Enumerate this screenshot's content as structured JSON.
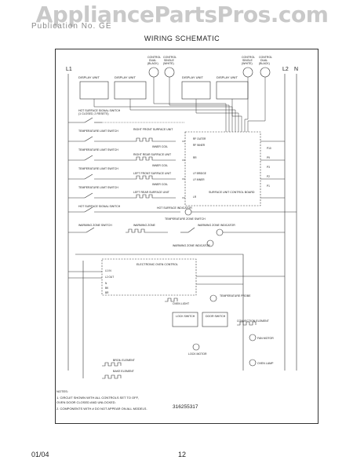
{
  "watermark": "AppliancePartsPros.com",
  "header": {
    "model": "Publication No. GE",
    "title": "WIRING SCHEMATIC"
  },
  "lines": {
    "l1": "L1",
    "l2": "L2",
    "n": "N"
  },
  "top_units": {
    "display_left": "DISPLAY UNIT",
    "display_mid_left": "DISPLAY UNIT",
    "display_mid_right": "DISPLAY UNIT",
    "display_right": "DISPLAY UNIT",
    "control_1": [
      "CONTROL",
      "DUAL",
      "(BLACK)"
    ],
    "control_2": [
      "CONTROL",
      "SINGLE",
      "(WHITE)"
    ],
    "control_3": [
      "CONTROL",
      "SINGLE",
      "(WHITE)"
    ],
    "control_4": [
      "CONTROL",
      "DUAL",
      "(BLACK)"
    ]
  },
  "switches": [
    {
      "label": "HOT SURFACE SIGNAL SWITCH",
      "sub": "(1 CLOSED, 2 RESETS)"
    },
    {
      "label": "TEMPERATURE LIMIT SWITCH",
      "sub": ""
    },
    {
      "label": "TEMPERATURE LIMIT SWITCH",
      "sub": ""
    },
    {
      "label": "TEMPERATURE LIMIT SWITCH",
      "sub": ""
    },
    {
      "label": "TEMPERATURE LIMIT SWITCH",
      "sub": ""
    },
    {
      "label": "HOT SURFACE SIGNAL SWITCH",
      "sub": ""
    }
  ],
  "elements": [
    {
      "label": "RIGHT FRONT SURFACE UNIT",
      "sub": "INNER COIL"
    },
    {
      "label": "RIGHT REAR SURFACE UNIT",
      "sub": "INNER COIL"
    },
    {
      "label": "LEFT FRONT SURFACE UNIT",
      "sub": "INNER COIL"
    },
    {
      "label": "LEFT REAR SURFACE UNIT",
      "sub": ""
    }
  ],
  "board": {
    "title": "SURFACE UNIT CONTROL BOARD",
    "left_pins": [
      "RF OUTER",
      "RF INNER",
      "RR",
      "LF BRIDGE",
      "LF INNER",
      "LR"
    ],
    "right_pins": [
      "P10",
      "P9",
      "P3",
      "P2",
      "P1"
    ]
  },
  "indicators": {
    "hot_surface": "HOT SURFACE INDICATOR",
    "warming_zone": "WARMING ZONE INDICATOR",
    "warming_zone_2": "WARMING ZONE INDICATOR",
    "warming_switch": "WARMING ZONE SWITCH",
    "warming_element": "WARMING ZONE",
    "temp_switch": "TEMPERATURE ZONE SWITCH"
  },
  "oven_control": {
    "title": "ELECTRONIC OVEN CONTROL",
    "pins": [
      "L1 IN",
      "L2 OUT",
      "N",
      "BK",
      "BR"
    ],
    "oven_light": "OVEN LIGHT",
    "temp_probe": "TEMPERATURE PROBE",
    "door_lock": "LOCK SWITCH",
    "door_switch": "DOOR SWITCH",
    "convection": "CONVECTION ELEMENT",
    "fan_motor": "FAN MOTOR",
    "lock_motor": "LOCK MOTOR",
    "oven_lamp": "OVEN LAMP",
    "broil": "BROIL ELEMENT",
    "bake": "BAKE ELEMENT"
  },
  "notes": {
    "heading": "NOTES:",
    "items": [
      "1.  CIRCUIT SHOWN WITH ALL CONTROLS SET TO OFF,",
      "     OVEN DOOR CLOSED AND UNLOCKED.",
      "2.  COMPONENTS WITH  # DO NOT APPEAR ON ALL MODELS."
    ],
    "part_number": "316255317"
  },
  "footer": {
    "date": "01/04",
    "page": "12"
  }
}
